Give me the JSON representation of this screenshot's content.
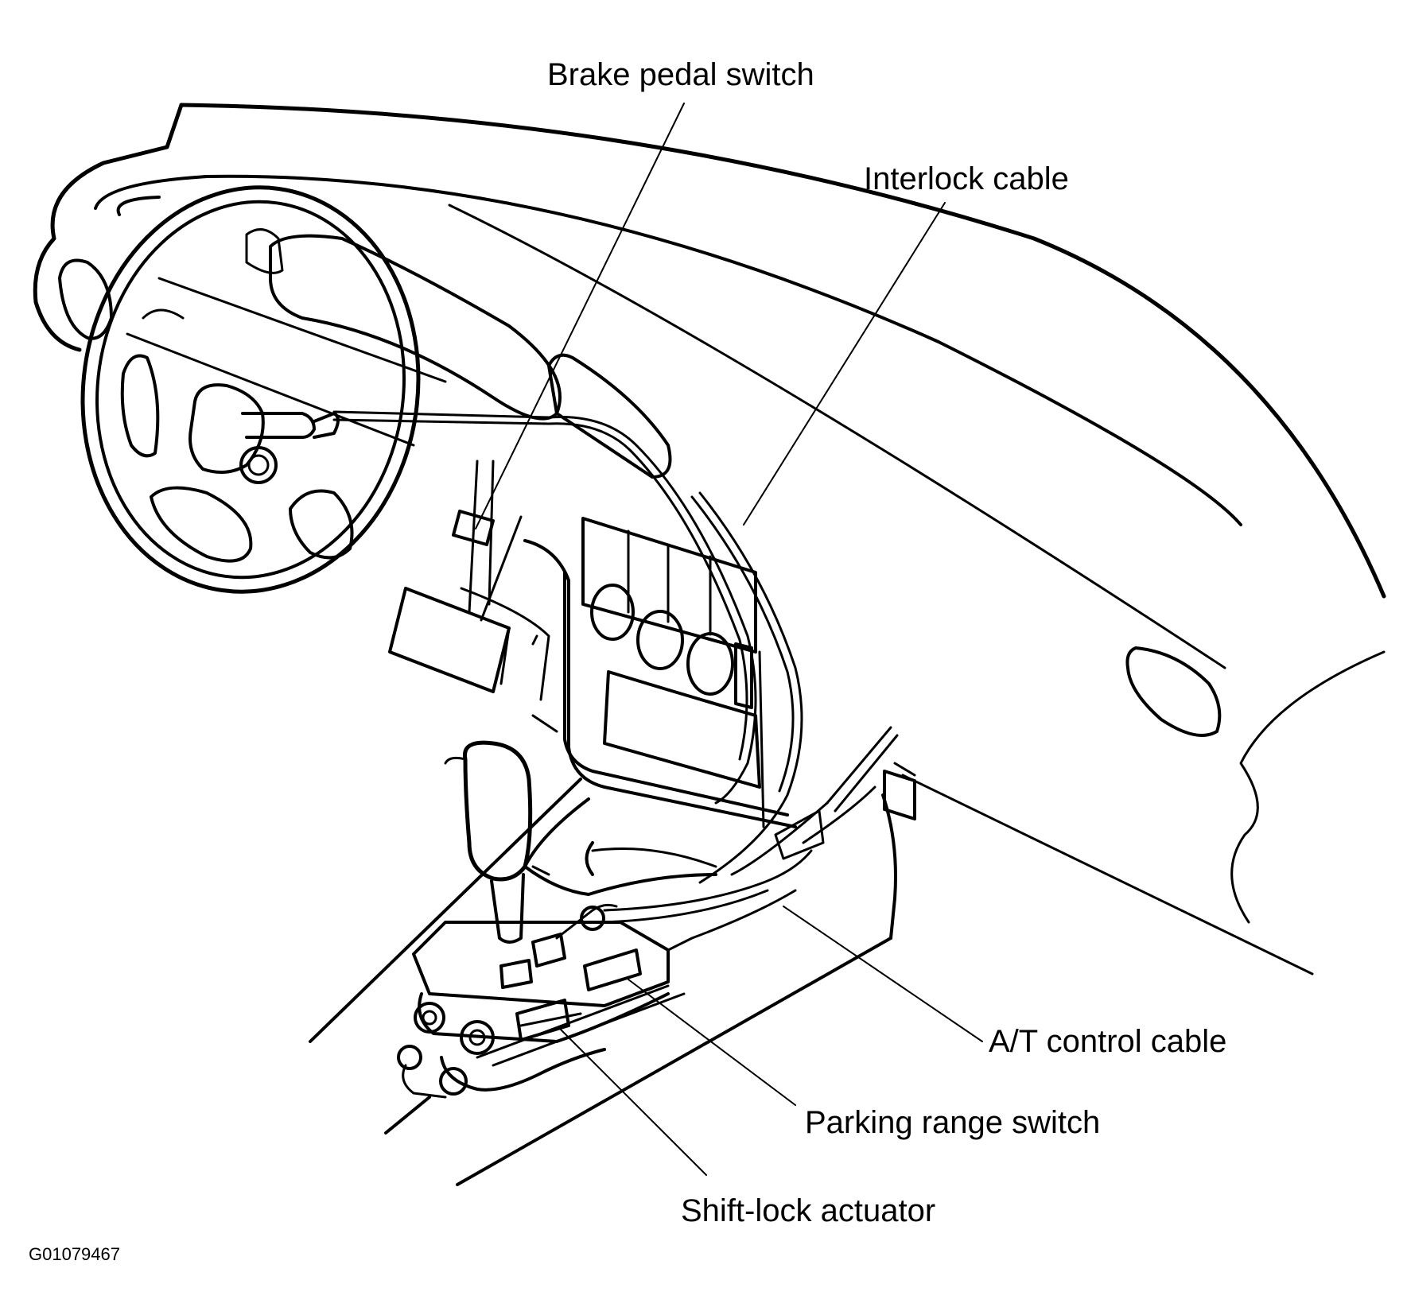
{
  "labels": {
    "brake_pedal_switch": "Brake pedal switch",
    "interlock_cable": "Interlock cable",
    "at_control_cable": "A/T control cable",
    "parking_range_switch": "Parking range switch",
    "shift_lock_actuator": "Shift-lock actuator"
  },
  "figure_code": "G01079467",
  "colors": {
    "ink": "#000000",
    "background": "#ffffff"
  }
}
